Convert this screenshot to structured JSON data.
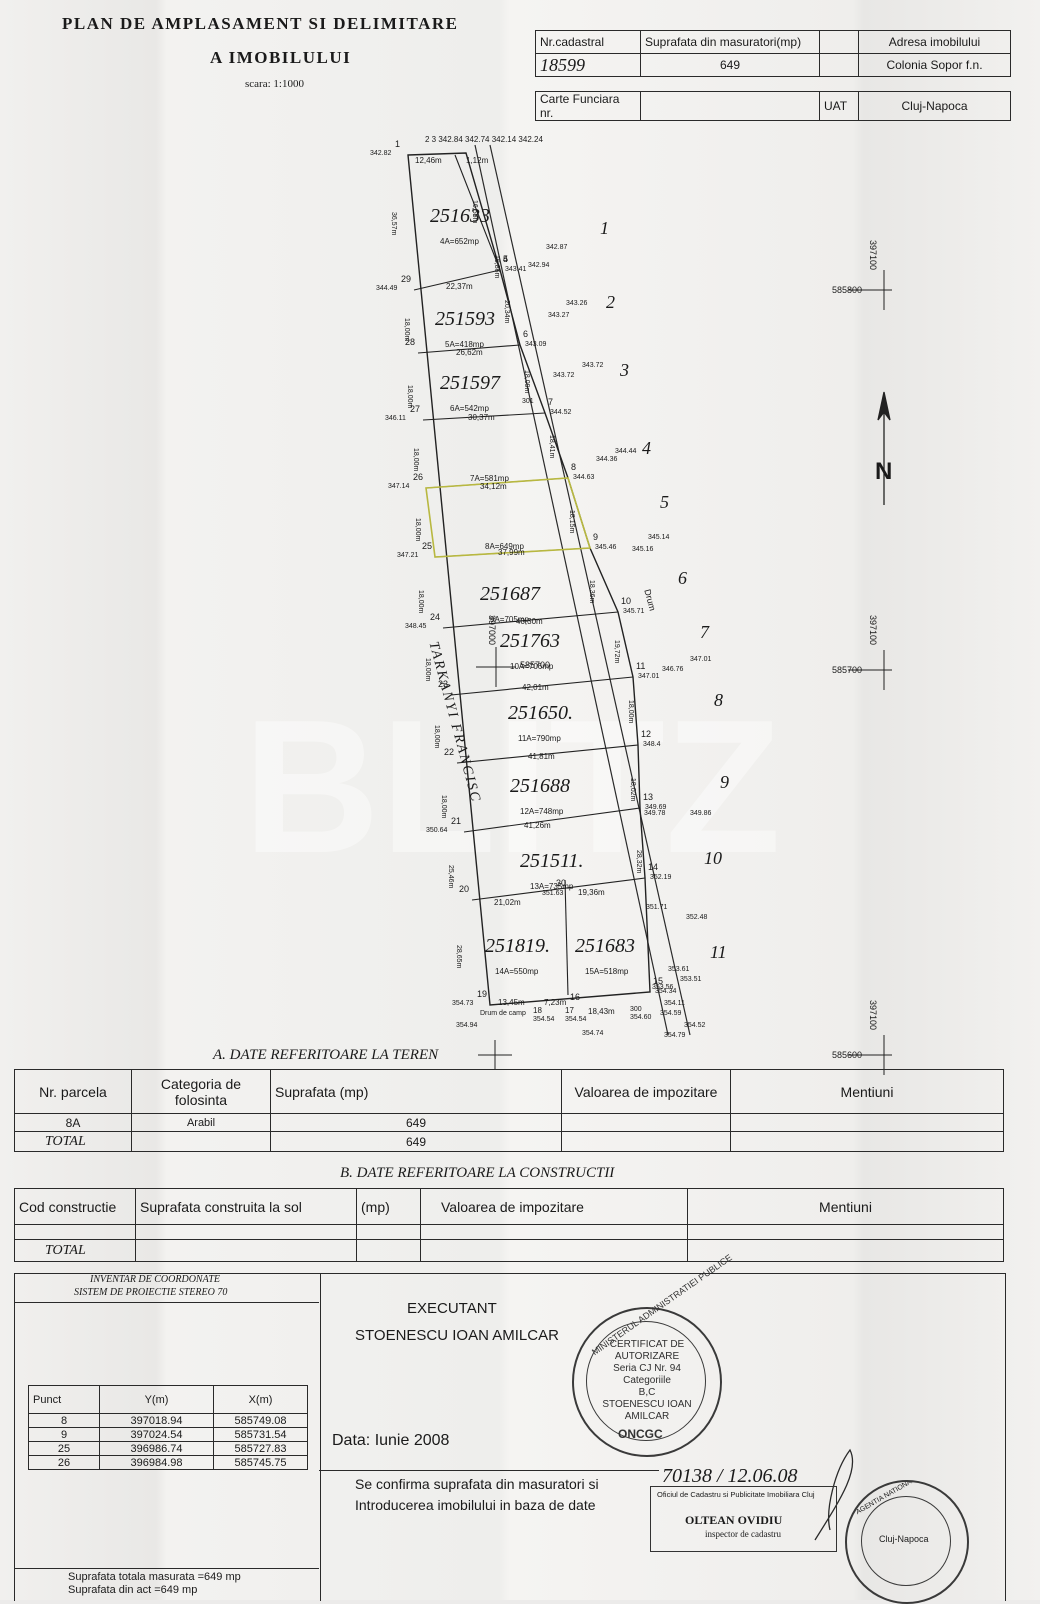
{
  "title": {
    "line1": "PLAN DE AMPLASAMENT SI DELIMITARE",
    "line2": "A IMOBILULUI",
    "scale": "scara: 1:1000"
  },
  "header": {
    "nr_cadastral_label": "Nr.cadastral",
    "nr_cadastral_value": "18599",
    "suprafata_label": "Suprafata din masuratori(mp)",
    "suprafata_value": "649",
    "adresa_label": "Adresa imobilului",
    "adresa_value": "Colonia Sopor f.n.",
    "carte_label": "Carte Funciara nr.",
    "uat_label": "UAT",
    "uat_value": "Cluj-Napoca"
  },
  "plan": {
    "parcels": [
      {
        "area": "4A=652mp",
        "hand": "251633"
      },
      {
        "area": "5A=418mp",
        "hand": "251593"
      },
      {
        "area": "6A=542mp",
        "hand": "251597"
      },
      {
        "area": "7A=581mp",
        "hand": ""
      },
      {
        "area": "8A=649mp",
        "hand": ""
      },
      {
        "area": "9A=705mp",
        "hand": "251687"
      },
      {
        "area": "10A=706mp",
        "hand": "251763"
      },
      {
        "area": "11A=790mp",
        "hand": "251650."
      },
      {
        "area": "12A=748mp",
        "hand": "251688"
      },
      {
        "area": "13A=735mp",
        "hand": "251511."
      },
      {
        "area": "14A=550mp",
        "hand": "251819."
      },
      {
        "area": "15A=518mp",
        "hand": "251683"
      }
    ],
    "widths": [
      "12,46m",
      "1,12m",
      "22,37m",
      "26,62m",
      "30,37m",
      "34,12m",
      "37,99m",
      "40,30m",
      "42,01m",
      "41,81m",
      "41,26m",
      "21,02m",
      "19,36m",
      "13,45m",
      "7,23m",
      "18,43m"
    ],
    "side_lengths": [
      "36,57m",
      "18,00m",
      "18,00m",
      "18,00m",
      "18,00m",
      "18,00m",
      "18,00m",
      "18,00m",
      "18,00m",
      "25,46m",
      "28,65m",
      "16,55m",
      "16,86m",
      "20,34m",
      "18,09m",
      "18,41m",
      "18,15m",
      "18,36m",
      "19,72m",
      "18,00m",
      "18,02m",
      "28,32m"
    ],
    "west_points": [
      {
        "n": "1",
        "elev": "342.82"
      },
      {
        "n": "29",
        "elev": "344.49"
      },
      {
        "n": "28",
        "elev": ""
      },
      {
        "n": "27",
        "elev": "346.11"
      },
      {
        "n": "26",
        "elev": "347.14"
      },
      {
        "n": "25",
        "elev": "347.21"
      },
      {
        "n": "24",
        "elev": "348.45"
      },
      {
        "n": "23",
        "elev": ""
      },
      {
        "n": "22",
        "elev": ""
      },
      {
        "n": "21",
        "elev": "350.64"
      },
      {
        "n": "20",
        "elev": ""
      },
      {
        "n": "19",
        "elev": "354.73"
      }
    ],
    "east_points": [
      {
        "n": "4",
        "elev": "343.41"
      },
      {
        "n": "5",
        "elev": ""
      },
      {
        "n": "6",
        "elev": "343.09"
      },
      {
        "n": "7",
        "elev": "344.52"
      },
      {
        "n": "8",
        "elev": "344.63"
      },
      {
        "n": "9",
        "elev": "345.46"
      },
      {
        "n": "10",
        "elev": "345.71"
      },
      {
        "n": "11",
        "elev": "347.01"
      },
      {
        "n": "12",
        "elev": "348.4"
      },
      {
        "n": "13",
        "elev": "349.69"
      },
      {
        "n": "14",
        "elev": "352.19"
      },
      {
        "n": "15",
        "elev": "354.34"
      }
    ],
    "top_points": "2 3   342.84 342.74 342.14 342.24",
    "road_elevs": [
      "342.87",
      "342.94",
      "343.26",
      "343.27",
      "343.72",
      "343.72",
      "344.44",
      "344.36",
      "345.14",
      "345.16",
      "347.01",
      "346.76",
      "349.78",
      "349.86",
      "351.71",
      "352.48",
      "353.61",
      "353.51"
    ],
    "bottom_labels": {
      "p30": "30",
      "p30_elev": "351.63",
      "p301": "301",
      "p300": "300",
      "p16": "16",
      "p17": "17",
      "p18": "18",
      "drum_de_camp": "Drum de camp",
      "e1": "354.54",
      "e2": "354.54",
      "e3": "354.94",
      "e4": "354.74",
      "e5": "354.52",
      "e6": "354.79",
      "e7": "354.11",
      "e8": "354.59",
      "e9": "353.56",
      "e10": "354.60"
    },
    "drum": "Drum",
    "street_hand": "TARKANYI FRANCISC",
    "road_hand_numbers": [
      "1",
      "2",
      "3",
      "4",
      "5",
      "6",
      "7",
      "8",
      "9",
      "10",
      "11"
    ],
    "grid_y": "397100",
    "grid_x": [
      "585800",
      "585700",
      "585600"
    ],
    "inner_grid": {
      "y": "397000",
      "x": "585700"
    },
    "north": "N",
    "watermark": "BLITZ"
  },
  "sectionA": {
    "title": "A. DATE REFERITOARE LA TEREN",
    "headers": [
      "Nr. parcela",
      "Categoria de folosinta",
      "Suprafata      (mp)",
      "Valoarea de impozitare",
      "Mentiuni"
    ],
    "row": [
      "8A",
      "Arabil",
      "649",
      "",
      ""
    ],
    "total_label": "TOTAL",
    "total_value": "649"
  },
  "sectionB": {
    "title": "B. DATE REFERITOARE LA CONSTRUCTII",
    "headers": [
      "Cod constructie",
      "Suprafata construita la sol",
      "(mp)",
      "Valoarea de impozitare",
      "Mentiuni"
    ],
    "total_label": "TOTAL"
  },
  "inventar": {
    "title1": "INVENTAR DE COORDONATE",
    "title2": "SISTEM DE PROIECTIE STEREO 70",
    "headers": [
      "Punct",
      "Y(m)",
      "X(m)"
    ],
    "rows": [
      [
        "8",
        "397018.94",
        "585749.08"
      ],
      [
        "9",
        "397024.54",
        "585731.54"
      ],
      [
        "25",
        "396986.74",
        "585727.83"
      ],
      [
        "26",
        "396984.98",
        "585745.75"
      ]
    ],
    "sup_totala": "Suprafata totala masurata =649 mp",
    "sup_act": "Suprafata din act =649 mp"
  },
  "executant": {
    "label": "EXECUTANT",
    "name": "STOENESCU IOAN AMILCAR",
    "data": "Data: Iunie 2008",
    "confirm1": "Se confirma suprafata din masuratori si",
    "confirm2": "Introducerea imobilului in baza de date",
    "stamp_ring": "MINISTERUL ADMINISTRATIEI PUBLICE",
    "stamp_lines": [
      "CERTIFICAT DE",
      "AUTORIZARE",
      "Seria CJ Nr. 94",
      "Categoriile",
      "B,C",
      "STOENESCU IOAN",
      "AMILCAR"
    ],
    "stamp_bottom": "ONCGC",
    "reg_hand": "70138 / 12.06.08",
    "office_stamp": "Oficiul de Cadastru si Publicitate Imobiliara Cluj",
    "inspector": "OLTEAN OVIDIU",
    "inspector_role": "inspector de cadastru",
    "round_stamp_ring": "AGENTIA NATIONALA DE CADASTRU SI PUBLICITATE IMOBILIARA",
    "round_stamp_center": "Cluj-Napoca"
  }
}
